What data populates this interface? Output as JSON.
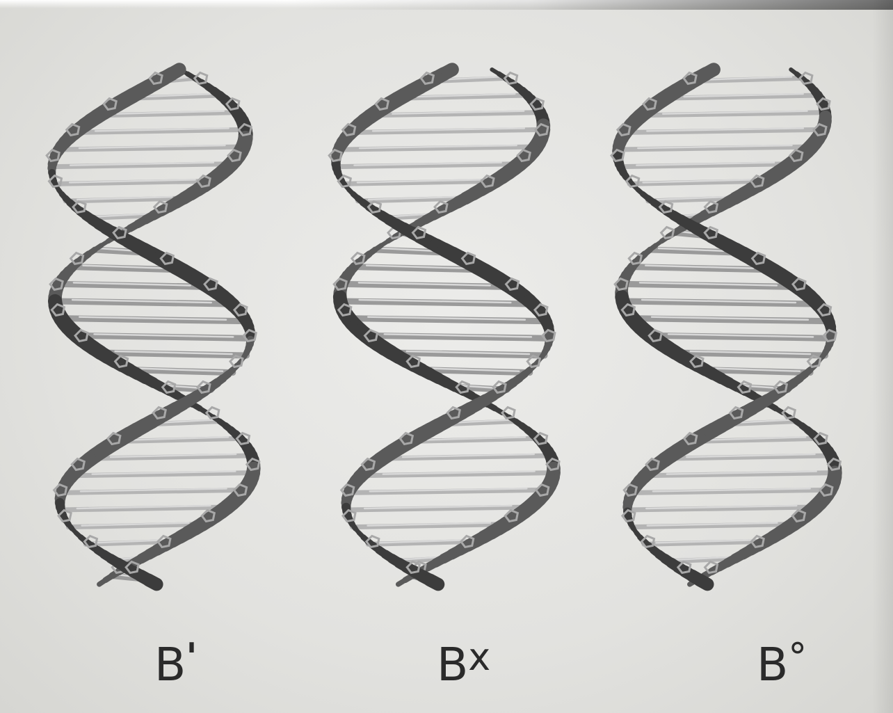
{
  "figure": {
    "panels": [
      {
        "id": "b-prime",
        "label": "B",
        "mark": "'"
      },
      {
        "id": "b-x",
        "label": "B",
        "mark": "x"
      },
      {
        "id": "b-o",
        "label": "B",
        "mark": "°"
      }
    ],
    "colors": {
      "background": "#e4e4e2",
      "backbone": "#5a5a5a",
      "backbone_dark": "#3c3c3c",
      "base": "#9a9a9a",
      "base_light": "#d8d8d8",
      "label": "#2a2a2a"
    }
  }
}
